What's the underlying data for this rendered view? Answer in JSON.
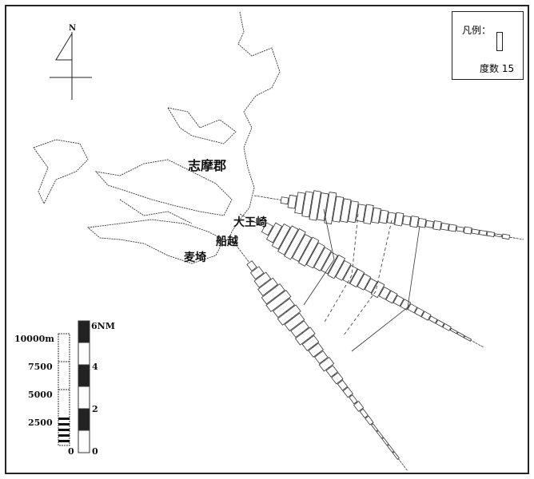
{
  "legend": {
    "title": "凡例：",
    "frequency_label": "度数 15"
  },
  "compass": {
    "north": "N"
  },
  "places": {
    "district": "志摩郡",
    "cape_daio": "大王崎",
    "funakoshi": "船越",
    "mugisaki": "麦埼"
  },
  "scale_m": {
    "ticks": [
      "10000m",
      "7500",
      "5000",
      "2500",
      "0"
    ]
  },
  "scale_nm": {
    "ticks": [
      "6NM",
      "4",
      "2",
      "0"
    ]
  },
  "transects": [
    {
      "name": "transect-1",
      "values": [
        3,
        6,
        10,
        12,
        14,
        13,
        15,
        12,
        11,
        10,
        8,
        9,
        7,
        6,
        5,
        6,
        4,
        5,
        4,
        3,
        4,
        3,
        3,
        2,
        3,
        2,
        2,
        2,
        1,
        2
      ]
    },
    {
      "name": "transect-2",
      "values": [
        5,
        9,
        12,
        14,
        15,
        13,
        14,
        12,
        11,
        10,
        11,
        9,
        8,
        8,
        7,
        6,
        7,
        5,
        5,
        4,
        4,
        3,
        3,
        3,
        2,
        2,
        2,
        1,
        1,
        1
      ]
    },
    {
      "name": "transect-3",
      "values": [
        3,
        5,
        7,
        9,
        11,
        12,
        10,
        11,
        9,
        8,
        9,
        7,
        6,
        5,
        6,
        4,
        4,
        3,
        3,
        2,
        3,
        2,
        2,
        1,
        1,
        1,
        1,
        1
      ]
    }
  ]
}
